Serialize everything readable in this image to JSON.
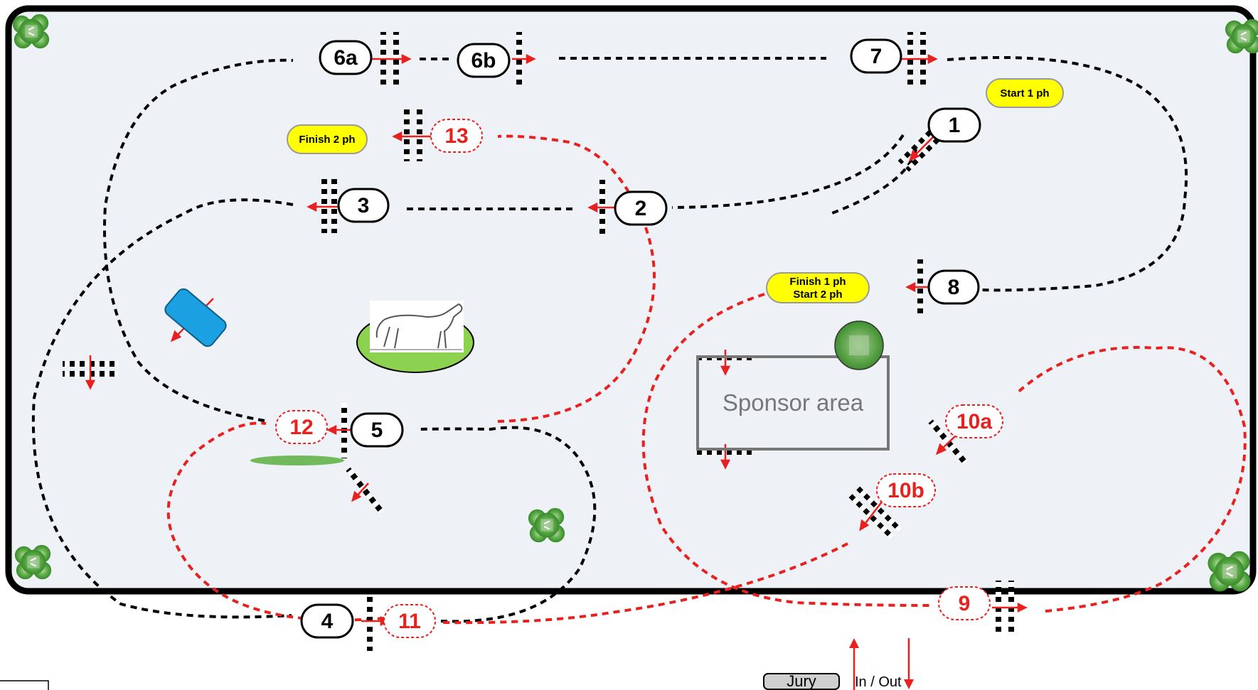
{
  "colors": {
    "arena_fill": "#eef1f6",
    "arena_border": "#000000",
    "phase1_path": "#000000",
    "phase2_path": "#e8211f",
    "phase_label_fill": "#ffff00",
    "direction_arrow": "#e8211f",
    "water_tray": "#1ba1e2",
    "grass": "#8cd14f",
    "tree": "#4d9e3a"
  },
  "jumps": {
    "j1": "1",
    "j2": "2",
    "j3": "3",
    "j4": "4",
    "j5": "5",
    "j6a": "6a",
    "j6b": "6b",
    "j7": "7",
    "j8": "8",
    "j9": "9",
    "j10a": "10a",
    "j10b": "10b",
    "j11": "11",
    "j12": "12",
    "j13": "13"
  },
  "labels": {
    "start_1": "Start 1 ph",
    "finish_2": "Finish 2 ph",
    "finish_1": "Finish 1 ph",
    "start_2": "Start 2 ph",
    "sponsor_area": "Sponsor area",
    "jury": "Jury",
    "in_out": "In / Out"
  },
  "icons": [
    "tree-icon",
    "horse-icon",
    "water-tray-icon",
    "liverpool-icon"
  ]
}
